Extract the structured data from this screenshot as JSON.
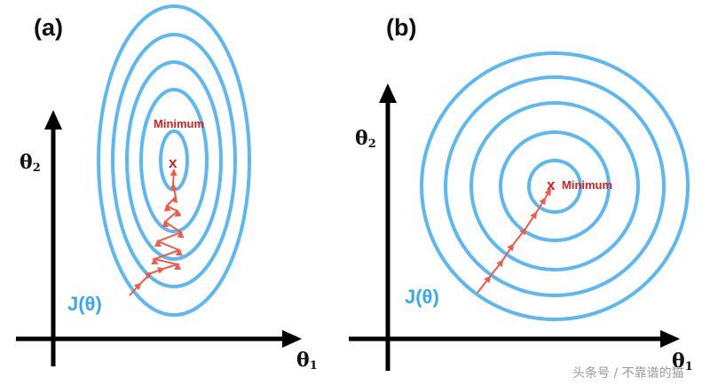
{
  "colors": {
    "contour": "#5bb8f0",
    "path": "#f05a4a",
    "minimum": "#d81e1e",
    "axis": "#000000",
    "func_label": "#39a8ec"
  },
  "panel_a": {
    "label": "(a)",
    "y_axis_label": "θ",
    "y_axis_sub": "2",
    "x_axis_label": "θ",
    "x_axis_sub": "1",
    "func_label": "J(θ)",
    "minimum_label": "Minimum",
    "minimum_mark": "x"
  },
  "panel_b": {
    "label": "(b)",
    "y_axis_label": "θ",
    "y_axis_sub": "2",
    "x_axis_label": "θ",
    "x_axis_sub": "1",
    "func_label": "J(θ)",
    "minimum_label": "Minimum",
    "minimum_mark": "x"
  },
  "watermark": "头条号 / 不靠谱的猫"
}
